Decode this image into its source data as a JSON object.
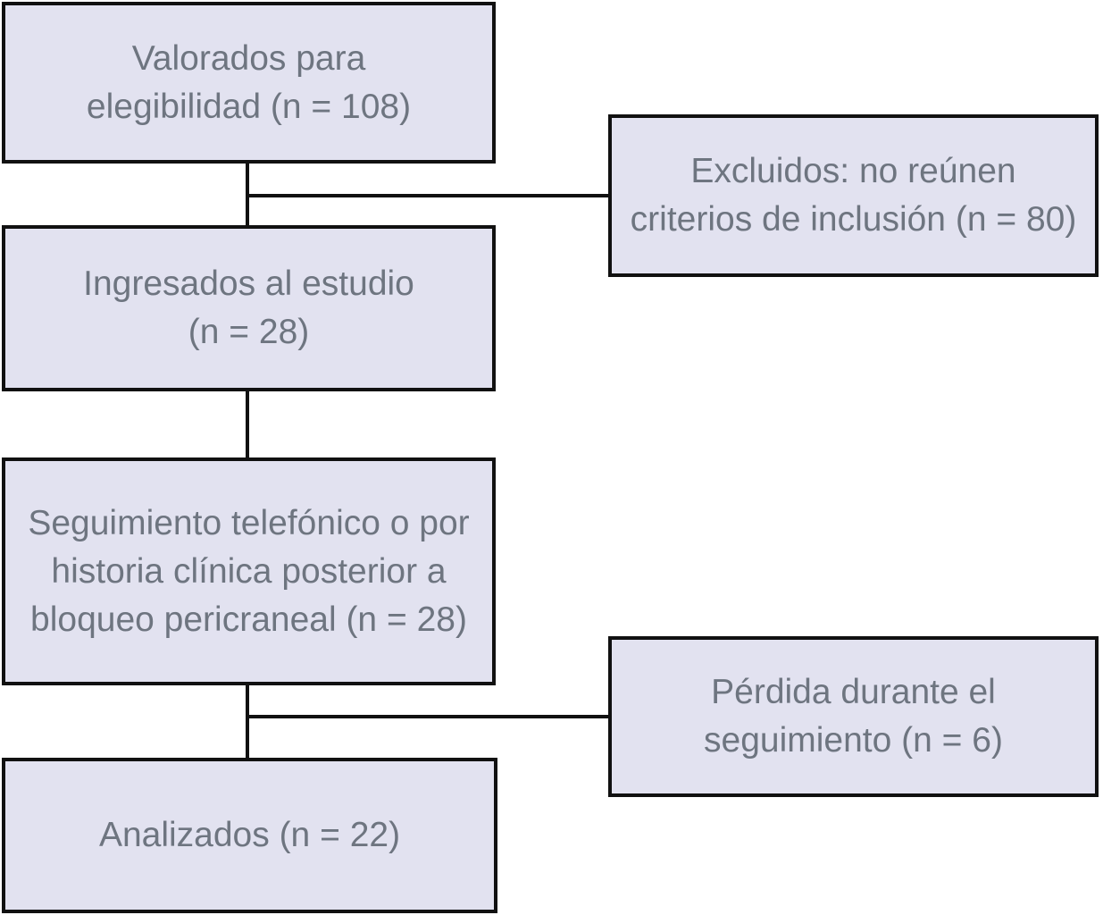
{
  "diagram": {
    "type": "patient-flow-consort",
    "language": "es",
    "boxes": {
      "eligibility": {
        "n": 108,
        "lines": [
          "Valorados para",
          "elegibilidad (n = 108)"
        ]
      },
      "excluded": {
        "n": 80,
        "lines": [
          "Excluidos: no reúnen",
          "criterios de inclusión (n = 80)"
        ]
      },
      "enrolled": {
        "n": 28,
        "lines": [
          "Ingresados al estudio",
          "(n = 28)"
        ]
      },
      "followup": {
        "n": 28,
        "lines": [
          "Seguimiento telefónico o por",
          "historia clínica posterior a",
          "bloqueo pericraneal (n = 28)"
        ]
      },
      "lost": {
        "n": 6,
        "lines": [
          "Pérdida durante el",
          "seguimiento (n = 6)"
        ]
      },
      "analyzed": {
        "n": 22,
        "lines": [
          "Analizados (n = 22)"
        ]
      }
    },
    "colors": {
      "box_fill": "#e2e2f0",
      "box_border": "#111111",
      "connector": "#111111",
      "text": "#6e7580",
      "background": "#ffffff"
    }
  }
}
